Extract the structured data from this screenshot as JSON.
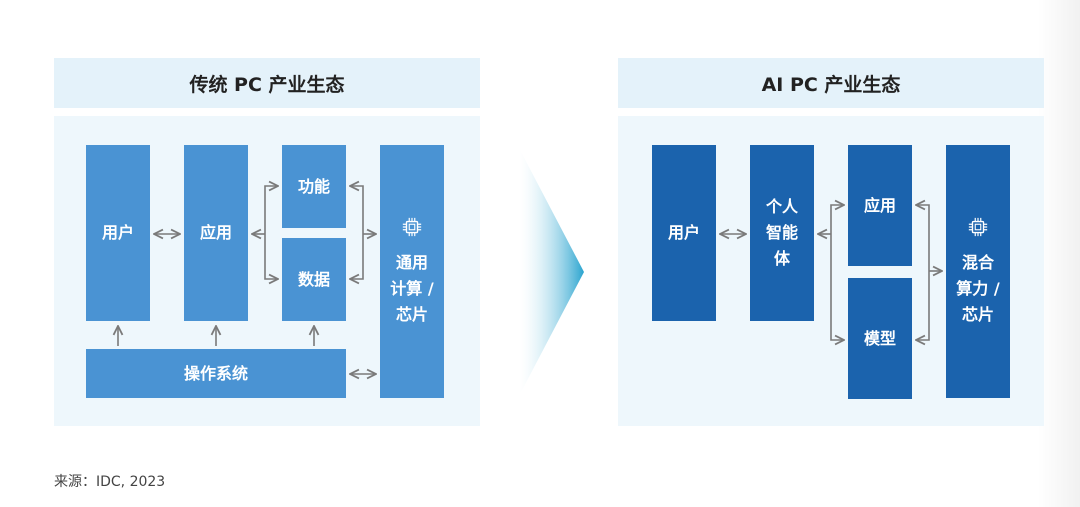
{
  "left_panel": {
    "title": "传统 PC 产业生态",
    "boxes": {
      "user": "用户",
      "app": "应用",
      "function": "功能",
      "data": "数据",
      "compute": "通用\n计算 /\n芯片",
      "os": "操作系统"
    }
  },
  "right_panel": {
    "title": "AI PC 产业生态",
    "boxes": {
      "user": "用户",
      "agent": "个人\n智能\n体",
      "app": "应用",
      "model": "模型",
      "compute": "混合\n算力 /\n芯片"
    }
  },
  "source": "来源：IDC, 2023",
  "icons": [
    "chip-icon",
    "chevron-arrow-icon"
  ],
  "colors": {
    "light_box": "#4a93d3",
    "dark_box": "#1b63ad",
    "title_bg": "#e4f2fa",
    "body_bg": "#eef7fc",
    "arrow": "#7a7a7a"
  }
}
